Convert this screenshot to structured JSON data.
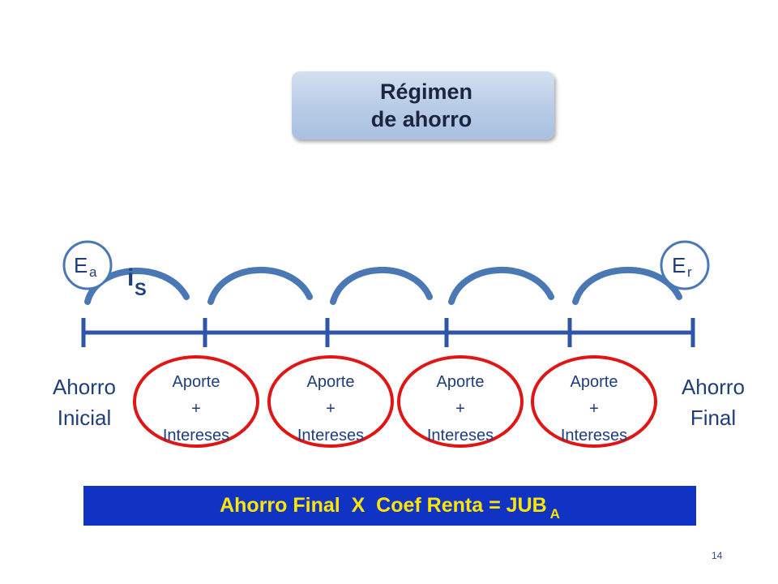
{
  "title": {
    "line1": "Régimen",
    "line2": "de ahorro"
  },
  "left_marker": {
    "letter": "E",
    "sub": "a"
  },
  "right_marker": {
    "letter": "E",
    "sub": "r"
  },
  "rate": {
    "letter": "i",
    "sub": "S"
  },
  "start_label": {
    "line1": "Ahorro",
    "line2": "Inicial"
  },
  "end_label": {
    "line1": "Ahorro",
    "line2": "Final"
  },
  "periods": [
    {
      "line1": "Aporte",
      "line2": "+",
      "line3": "Intereses"
    },
    {
      "line1": "Aporte",
      "line2": "+",
      "line3": "Intereses"
    },
    {
      "line1": "Aporte",
      "line2": "+",
      "line3": "Intereses"
    },
    {
      "line1": "Aporte",
      "line2": "+",
      "line3": "Intereses"
    }
  ],
  "formula": {
    "text": "Ahorro Final  X  Coef Renta = JUB",
    "sub": "A"
  },
  "page_number": "14",
  "colors": {
    "timeline": "#2f55a8",
    "arrow": "#4a78b4",
    "ellipse": "#e01616",
    "formula_bg": "#1133c4",
    "formula_text": "#ffe600"
  }
}
